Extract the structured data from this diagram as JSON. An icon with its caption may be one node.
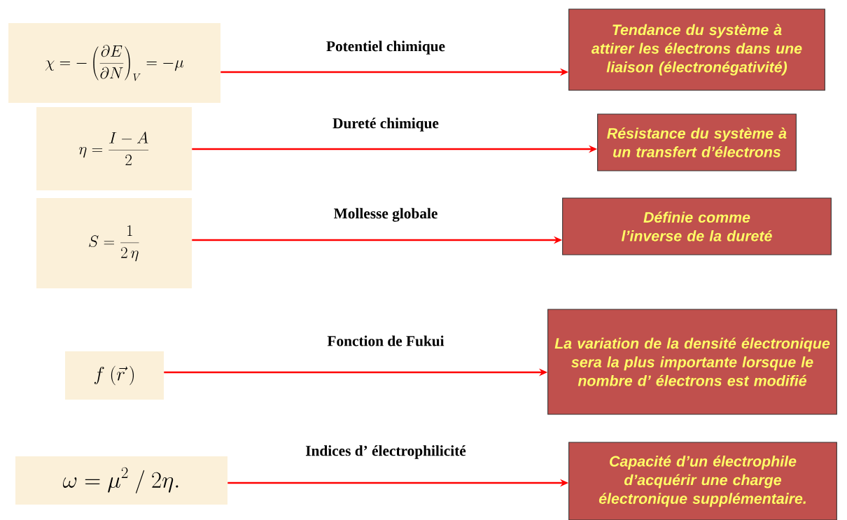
{
  "diagram": {
    "nodes": [
      {
        "text": [
          "\\chi = -\\left(\\frac{\\partial E}{\\partial N}\\right)_{V} = -\\mu"
        ]
      },
      {
        "text": [
          "\\eta = \\frac{I - A}{2}"
        ]
      },
      {
        "text": [
          "S = \\frac{1}{2\\,\\eta}"
        ]
      },
      {
        "text": [
          "f\\ (\\vec{r}\\,)"
        ]
      },
      {
        "text": [
          "\\omega = \\mu^{2}\\ /\\ 2\\eta."
        ]
      },
      {
        "text": [
          "Tendance du système à attirer les électrons dans une liaison (électronégativité)"
        ]
      },
      {
        "text": [
          "Résistance du système à un transfert d’électrons"
        ]
      },
      {
        "text": [
          "Définie comme l’inverse de la dureté"
        ]
      },
      {
        "text": [
          "La variation de la densité électronique sera la plus importante lorsque le nombre d’ électrons est modifié"
        ]
      },
      {
        "text": [
          "Capacité d’un électrophile d’acquérir une charge électronique supplémentaire."
        ]
      }
    ],
    "edges": [
      {
        "from": 0,
        "to": 5,
        "arrow": "to",
        "label": "Potentiel chimique"
      },
      {
        "from": 1,
        "to": 6,
        "arrow": "to",
        "label": "Dureté chimique"
      },
      {
        "from": 2,
        "to": 7,
        "arrow": "to",
        "label": "Mollesse globale"
      },
      {
        "from": 3,
        "to": 8,
        "arrow": "to",
        "label": "Fonction de Fukui"
      },
      {
        "from": 4,
        "to": 9,
        "arrow": "to",
        "label": "Indices d’ électrophilicité"
      }
    ]
  }
}
